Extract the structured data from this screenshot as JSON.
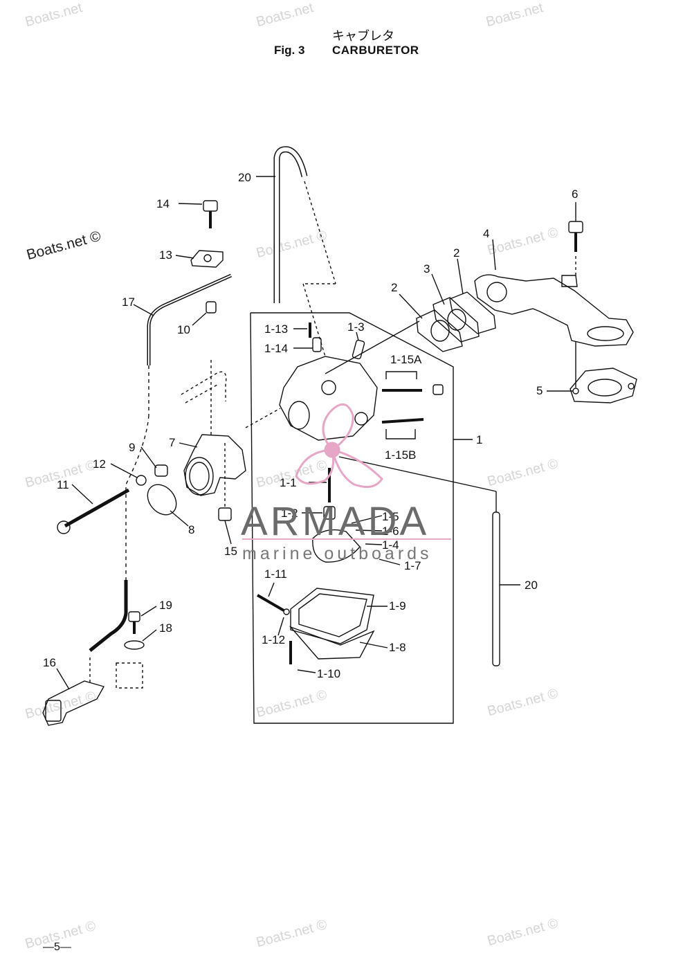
{
  "header": {
    "title_jp": "キャブレタ",
    "fig_label": "Fig. 3",
    "title_en": "CARBURETOR"
  },
  "watermarks": {
    "text": "Boats.net",
    "text_copy": "Boats.net ©"
  },
  "logo": {
    "name": "ARMADA",
    "tagline": "marine outboards",
    "color": "#e8a6c6"
  },
  "callouts": [
    "20",
    "14",
    "13",
    "17",
    "10",
    "1-13",
    "1-14",
    "1-3",
    "1-15A",
    "6",
    "4",
    "3",
    "2",
    "2",
    "5",
    "1",
    "1-15B",
    "9",
    "7",
    "12",
    "11",
    "8",
    "15",
    "1-1",
    "1-2",
    "1-5",
    "1-6",
    "1-4",
    "1-7",
    "1-11",
    "1-9",
    "1-12",
    "1-8",
    "1-10",
    "20",
    "19",
    "18",
    "16"
  ],
  "page_number": "—5—"
}
